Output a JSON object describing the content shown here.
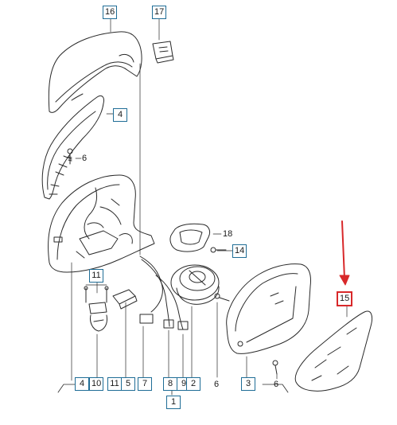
{
  "callouts": {
    "c16": "16",
    "c17": "17",
    "c4_top": "4",
    "c14": "14",
    "c11_top": "11",
    "c15": "15",
    "c4_bot": "4",
    "c10": "10",
    "c11_bot": "11",
    "c5": "5",
    "c7": "7",
    "c8": "8",
    "c9": "9",
    "c2": "2",
    "c3": "3",
    "c1": "1"
  },
  "plain_labels": {
    "screw_6_upper": "6",
    "label_18": "18",
    "screw_6_mid": "6",
    "screw_6_low": "6"
  },
  "colors": {
    "line": "#2a2a2a",
    "callout_border": "#1f6d96",
    "highlight": "#d8282a"
  }
}
